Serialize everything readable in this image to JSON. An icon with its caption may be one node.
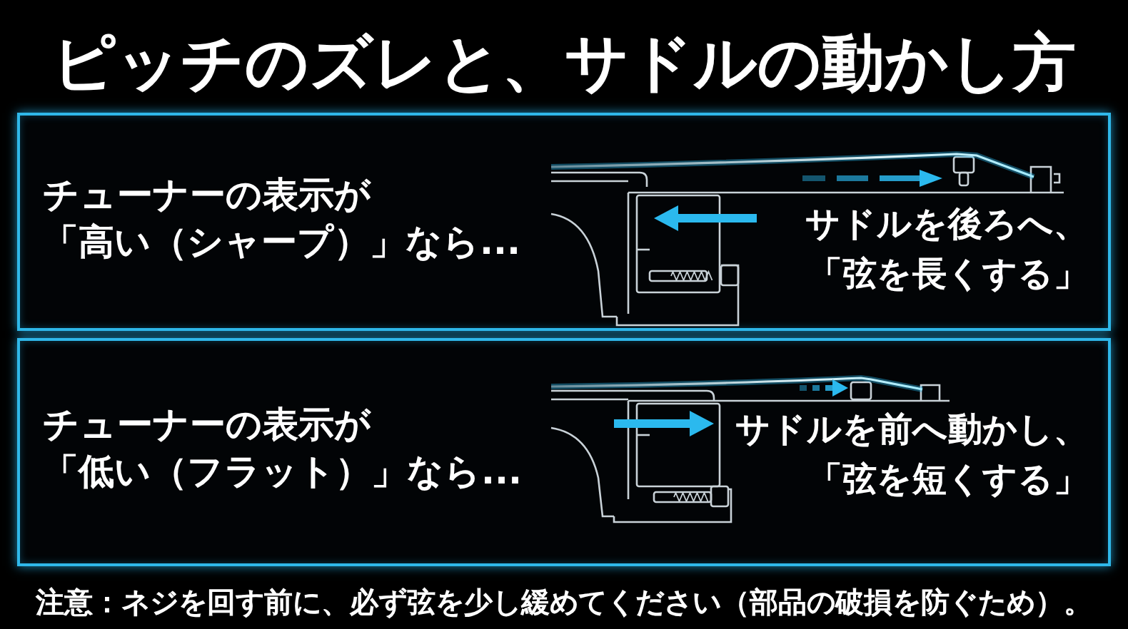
{
  "diagram": {
    "title": "ピッチのズレと、サドルの動かし方",
    "nodes": [
      {
        "text": [
          "チューナーの表示が「高い（シャープ）」なら...",
          "サドルを後ろへ、「弦を長くする」"
        ]
      },
      {
        "text": [
          "チューナーの表示が「低い（フラット）」なら...",
          "サドルを前へ動かし、「弦を短くする」"
        ]
      }
    ],
    "labels": [
      "注意：ネジを回す前に、必ず弦を少し緩めてください（部品の破損を防ぐため）。"
    ]
  }
}
